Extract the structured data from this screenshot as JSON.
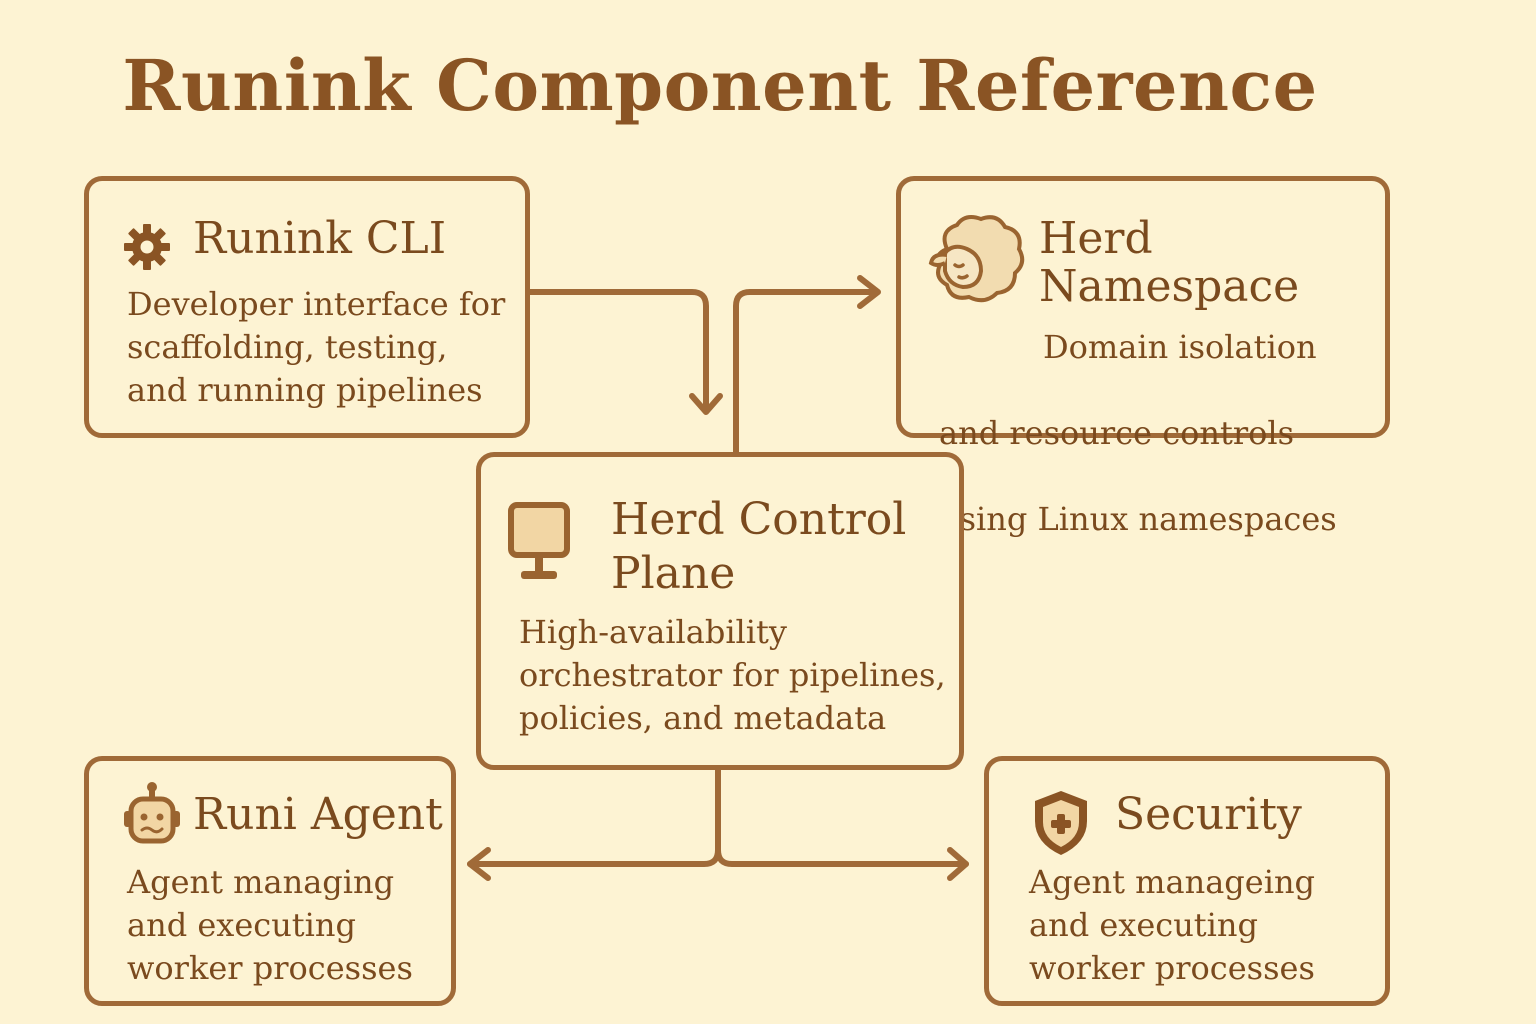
{
  "title": "Runink Component Reference",
  "components": {
    "cli": {
      "name": "Runink CLI",
      "description": "Developer interface for\nscaffolding, testing,\nand running pipelines",
      "icon": "gear-icon"
    },
    "namespace": {
      "name": "Herd Namespace",
      "description": "Domain isolation\nand resource controls\nusing Linux namespaces",
      "icon": "sheep-icon"
    },
    "control_plane": {
      "name": "Herd Control\nPlane",
      "description": "High-availability\norchestrator for pipelines,\npolicies, and metadata",
      "icon": "monitor-icon"
    },
    "agent": {
      "name": "Runi Agent",
      "description": "Agent managing\nand executing\nworker processes",
      "icon": "robot-icon"
    },
    "security": {
      "name": "Security",
      "description": "Agent manageing\nand executing\nworker processes",
      "icon": "shield-icon"
    }
  },
  "colors": {
    "background": "#fdf3d3",
    "stroke": "#a06a38",
    "text": "#7a4a1e"
  }
}
